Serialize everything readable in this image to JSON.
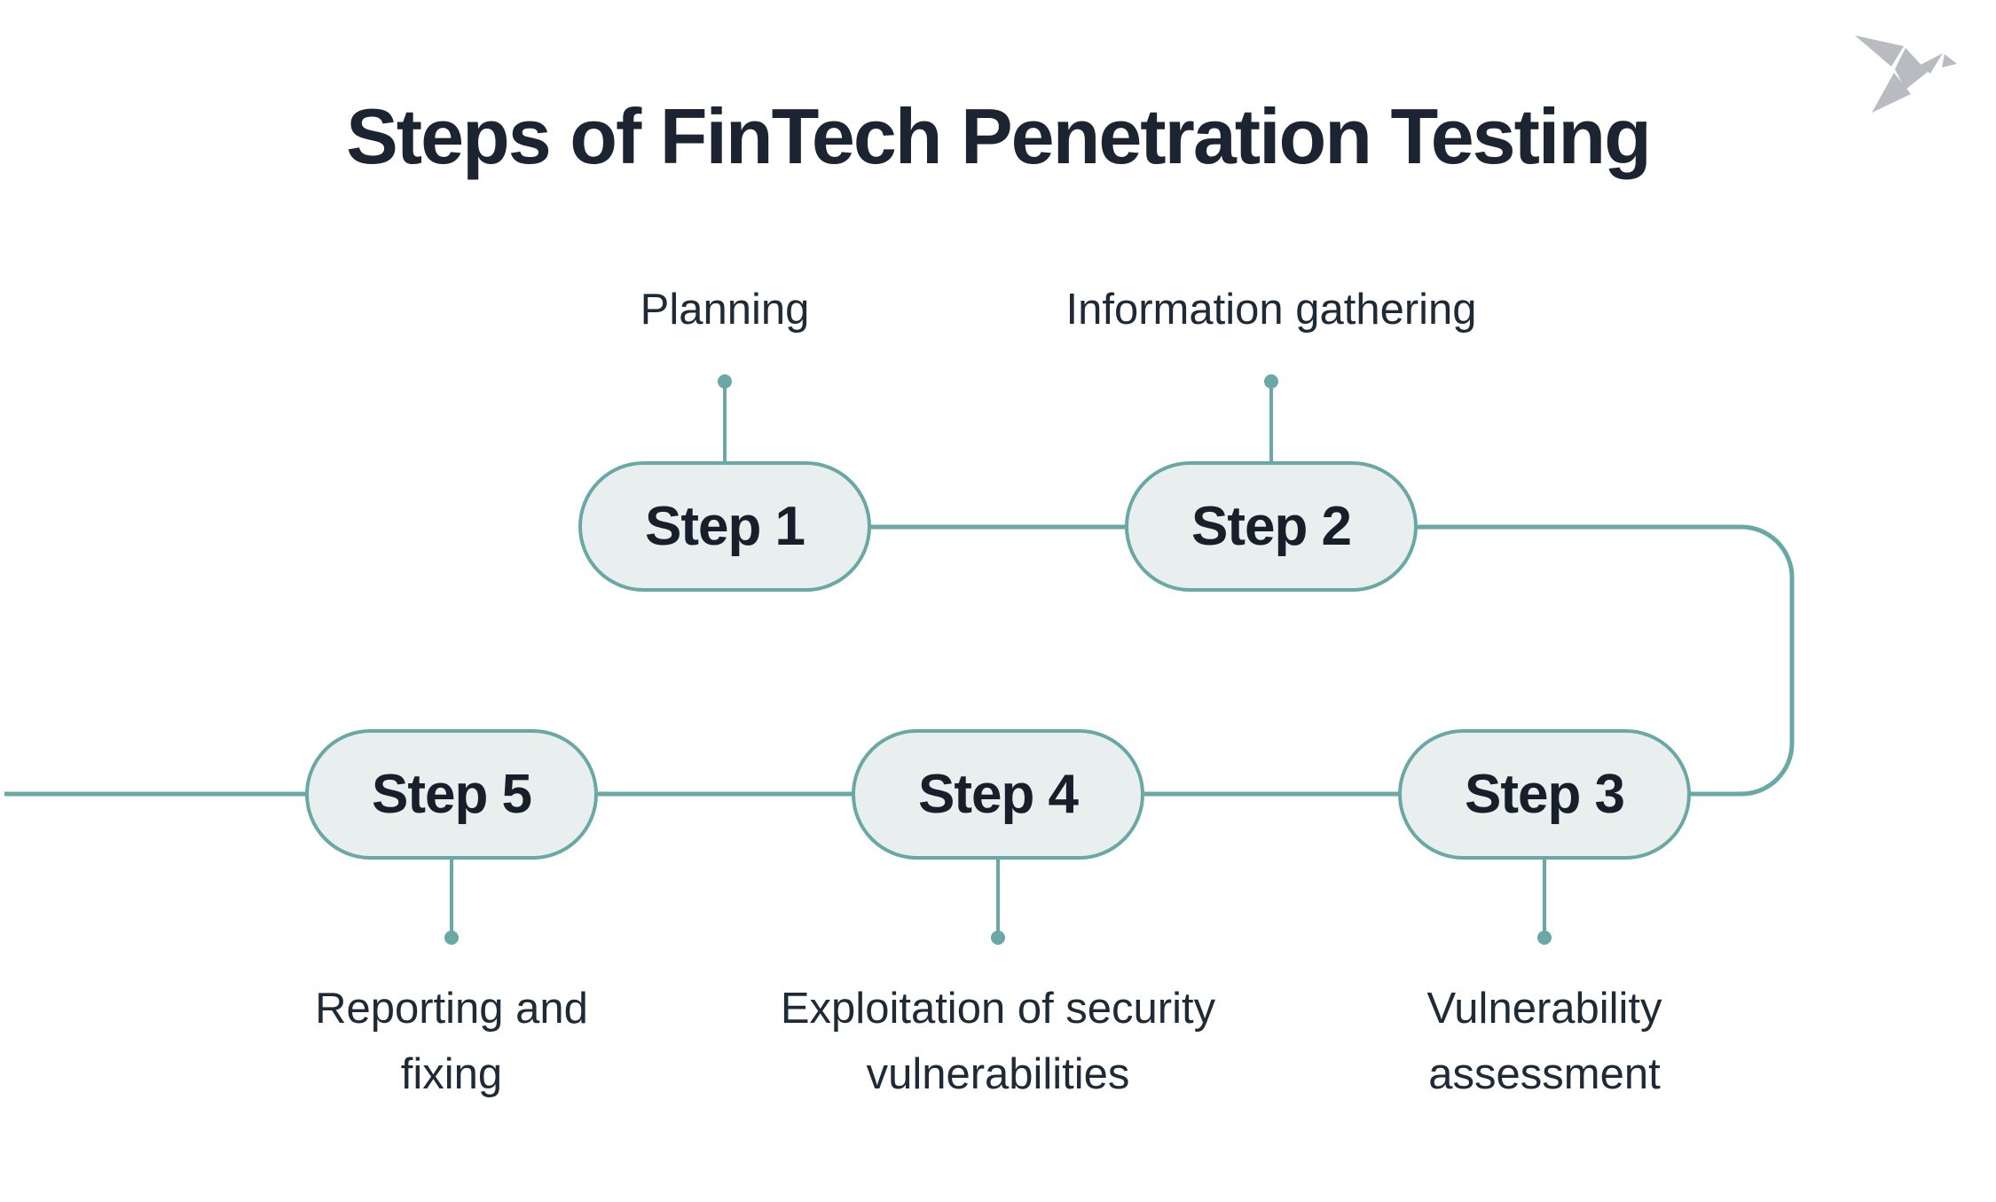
{
  "title": "Steps of FinTech Penetration Testing",
  "logo": {
    "icon": "origami-bird-icon"
  },
  "colors": {
    "accent_teal": "#69a8a4",
    "pill_fill": "#e9efee",
    "title_ink": "#1b2430",
    "step_ink": "#161f2a",
    "label_ink": "#1e2a36",
    "logo_gray": "#b8bcc0"
  },
  "steps": [
    {
      "id": 1,
      "label": "Step 1",
      "caption": "Planning",
      "caption_side": "top"
    },
    {
      "id": 2,
      "label": "Step 2",
      "caption": "Information gathering",
      "caption_side": "top"
    },
    {
      "id": 3,
      "label": "Step 3",
      "caption": "Vulnerability assessment",
      "caption_side": "bottom"
    },
    {
      "id": 4,
      "label": "Step 4",
      "caption": "Exploitation of security vulnerabilities",
      "caption_side": "bottom"
    },
    {
      "id": 5,
      "label": "Step 5",
      "caption": "Reporting and fixing",
      "caption_side": "bottom"
    }
  ]
}
